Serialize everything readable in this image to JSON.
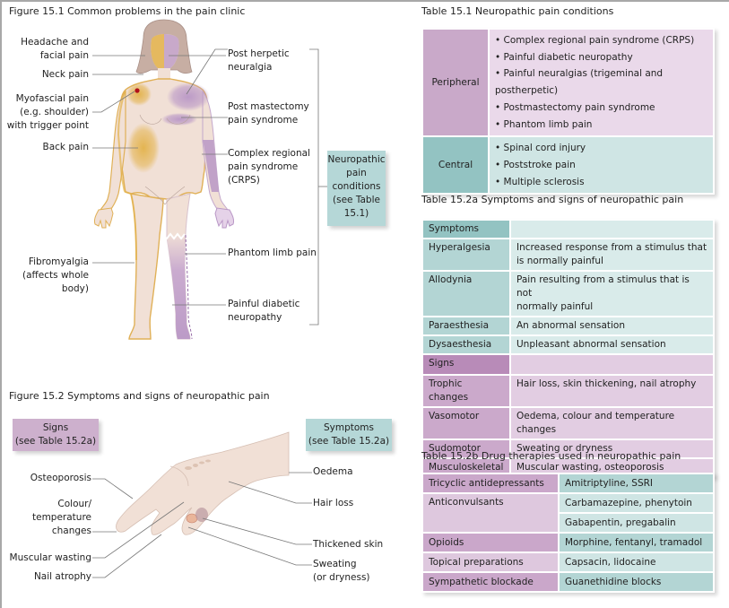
{
  "figure_15_1": {
    "caption": "Figure 15.1   Common problems in the pain clinic",
    "left_labels": {
      "headache": [
        "Headache and",
        "facial pain"
      ],
      "neck": [
        "Neck pain"
      ],
      "myofascial": [
        "Myofascial pain",
        "(e.g. shoulder)",
        "with trigger point"
      ],
      "back": [
        "Back pain"
      ],
      "fibromyalgia": [
        "Fibromyalgia",
        "(affects whole",
        "body)"
      ]
    },
    "right_labels": {
      "post_herpetic": [
        "Post herpetic",
        "neuralgia"
      ],
      "post_mastectomy": [
        "Post mastectomy",
        "pain syndrome"
      ],
      "crps": [
        "Complex regional",
        "pain syndrome",
        "(CRPS)"
      ],
      "phantom": [
        "Phantom limb pain"
      ],
      "diabetic": [
        "Painful diabetic",
        "neuropathy"
      ]
    },
    "callout": [
      "Neuropathic",
      "pain",
      "conditions",
      "(see Table",
      "15.1)"
    ],
    "colors": {
      "skin": "#f1e0d6",
      "outline": "#e0b057",
      "nociceptive": "#e3b24a",
      "neuropathic": "#b997c6",
      "hair": "#c7aea3",
      "trigger_point": "#b0101a"
    }
  },
  "figure_15_2": {
    "caption": "Figure 15.2   Symptoms and signs of neuropathic pain",
    "signs_box": [
      "Signs",
      "(see Table 15.2a)"
    ],
    "symptoms_box": [
      "Symptoms",
      "(see Table 15.2a)"
    ],
    "left_labels": {
      "osteoporosis": [
        "Osteoporosis"
      ],
      "colour": [
        "Colour/",
        "temperature",
        "changes"
      ],
      "muscular": [
        "Muscular wasting"
      ],
      "nail": [
        "Nail atrophy"
      ]
    },
    "right_labels": {
      "oedema": [
        "Oedema"
      ],
      "hair": [
        "Hair loss"
      ],
      "thickened": [
        "Thickened skin"
      ],
      "sweating": [
        "Sweating",
        "(or dryness)"
      ]
    }
  },
  "table_15_1": {
    "caption": "Table 15.1   Neuropathic pain conditions",
    "rows": [
      {
        "category": "Peripheral",
        "items": [
          "• Complex regional pain syndrome (CRPS)",
          "• Painful diabetic neuropathy",
          "• Painful neuralgias (trigeminal and postherpetic)",
          "• Postmastectomy pain syndrome",
          "• Phantom limb pain"
        ]
      },
      {
        "category": "Central",
        "items": [
          "• Spinal cord injury",
          "• Poststroke pain",
          "• Multiple sclerosis"
        ]
      }
    ]
  },
  "table_15_2a": {
    "caption": "Table 15.2a   Symptoms and signs of neuropathic pain",
    "symptoms_header": "Symptoms",
    "symptoms": [
      {
        "term": "Hyperalgesia",
        "desc": [
          "Increased response from a stimulus that",
          "is normally painful"
        ]
      },
      {
        "term": "Allodynia",
        "desc": [
          "Pain resulting from a stimulus that is not",
          "normally painful"
        ]
      },
      {
        "term": "Paraesthesia",
        "desc": [
          "An abnormal sensation"
        ]
      },
      {
        "term": "Dysaesthesia",
        "desc": [
          "Unpleasant abnormal sensation"
        ]
      }
    ],
    "signs_header": "Signs",
    "signs": [
      {
        "term": "Trophic changes",
        "desc": [
          "Hair loss, skin thickening, nail atrophy"
        ]
      },
      {
        "term": "Vasomotor",
        "desc": [
          "Oedema, colour and temperature changes"
        ]
      },
      {
        "term": "Sudomotor",
        "desc": [
          "Sweating or dryness"
        ]
      },
      {
        "term": "Musculoskeletal",
        "desc": [
          "Muscular wasting, osteoporosis"
        ]
      }
    ]
  },
  "table_15_2b": {
    "caption": "Table 15.2b   Drug therapies used in neuropathic pain",
    "rows": [
      {
        "class": "Tricyclic antidepressants",
        "drugs": [
          "Amitriptyline, SSRI"
        ]
      },
      {
        "class": "Anticonvulsants",
        "drugs": [
          "Carbamazepine, phenytoin",
          "Gabapentin, pregabalin"
        ]
      },
      {
        "class": "Opioids",
        "drugs": [
          "Morphine, fentanyl, tramadol"
        ]
      },
      {
        "class": "Topical preparations",
        "drugs": [
          "Capsacin, lidocaine"
        ]
      },
      {
        "class": "Sympathetic blockade",
        "drugs": [
          "Guanethidine blocks"
        ]
      }
    ]
  }
}
